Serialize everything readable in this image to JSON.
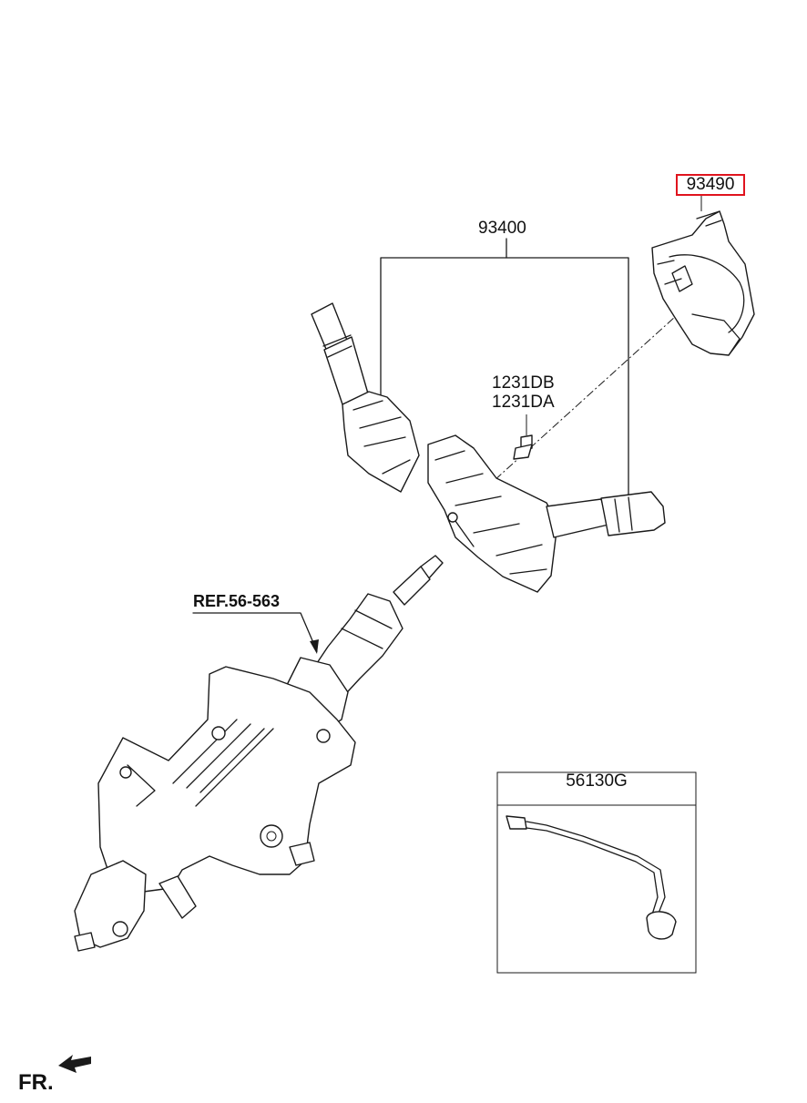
{
  "labels": {
    "part_93490": "93490",
    "part_93400": "93400",
    "part_1231db": "1231DB",
    "part_1231da": "1231DA",
    "reference": "REF.56-563",
    "part_56130g": "56130G",
    "front": "FR."
  },
  "colors": {
    "highlight_box": "#e0141e",
    "line": "#1a1a1a",
    "background": "#ffffff"
  },
  "icons": {
    "front_arrow": "front-direction-arrow-icon"
  }
}
